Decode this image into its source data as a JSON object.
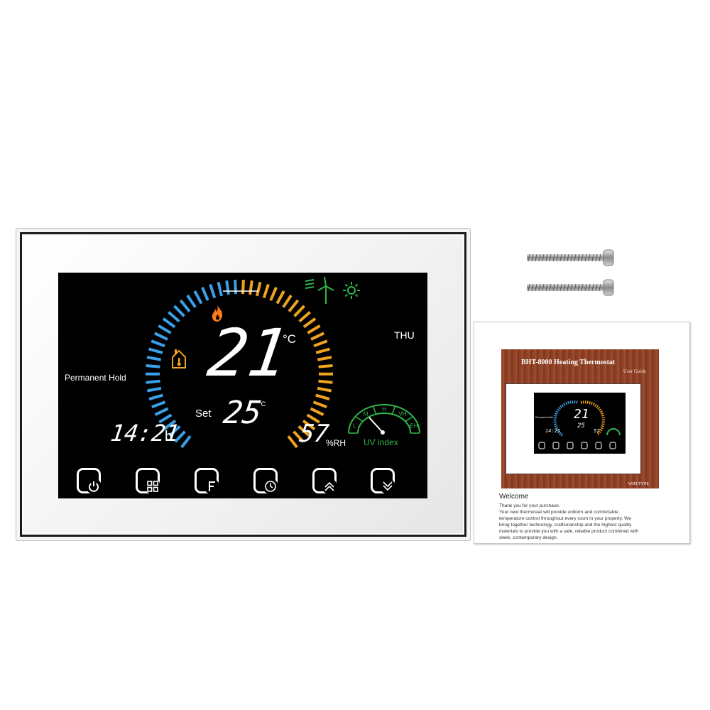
{
  "thermostat": {
    "mode": "Permanent Hold",
    "day": "THU",
    "current_temp": "21",
    "current_unit": "°C",
    "set_label": "Set",
    "set_temp": "25",
    "set_unit": "°C",
    "time": "14:21",
    "time_suffix": "h",
    "humidity": "57",
    "humidity_unit": "%RH",
    "uv_label": "UV index",
    "uv_scale": [
      "L",
      "M",
      "H",
      "VH",
      "EH"
    ],
    "colors": {
      "cold": "#3aa0e8",
      "warm": "#f0a31e",
      "flame": "#ff7a1a",
      "eco": "#2fb84a",
      "uv": "#2fb84a",
      "home": "#f0a31e"
    },
    "icons": [
      "flame-icon",
      "home-thermometer-icon",
      "wind-turbine-icon",
      "sun-icon",
      "uv-gauge-icon"
    ],
    "buttons": [
      {
        "name": "power-button",
        "icon": "power-icon"
      },
      {
        "name": "menu-button",
        "icon": "grid-icon"
      },
      {
        "name": "fan-button",
        "icon": "f-icon"
      },
      {
        "name": "clock-button",
        "icon": "clock-icon"
      },
      {
        "name": "up-button",
        "icon": "chevron-up-icon"
      },
      {
        "name": "down-button",
        "icon": "chevron-down-icon"
      }
    ]
  },
  "manual": {
    "cover_title": "BHT-8000 Heating Thermostat",
    "cover_subtitle": "User Guide",
    "cover_type": "WIFI TYPE",
    "mini_mode": "Permanent hold",
    "mini_time": "14:21",
    "mini_temp": "21",
    "mini_set": "25",
    "mini_humidity": "57",
    "welcome": "Welcome",
    "lines": [
      "Thank you for your purchase.",
      "Your new thermostat will provide uniform and comfortable",
      "temperature control throughout every room in your property. We",
      "bring together technology, craftsmanship and the highest quality",
      "materials to provide you with a safe, reliable product combined with",
      "sleek, contemporary design."
    ]
  }
}
